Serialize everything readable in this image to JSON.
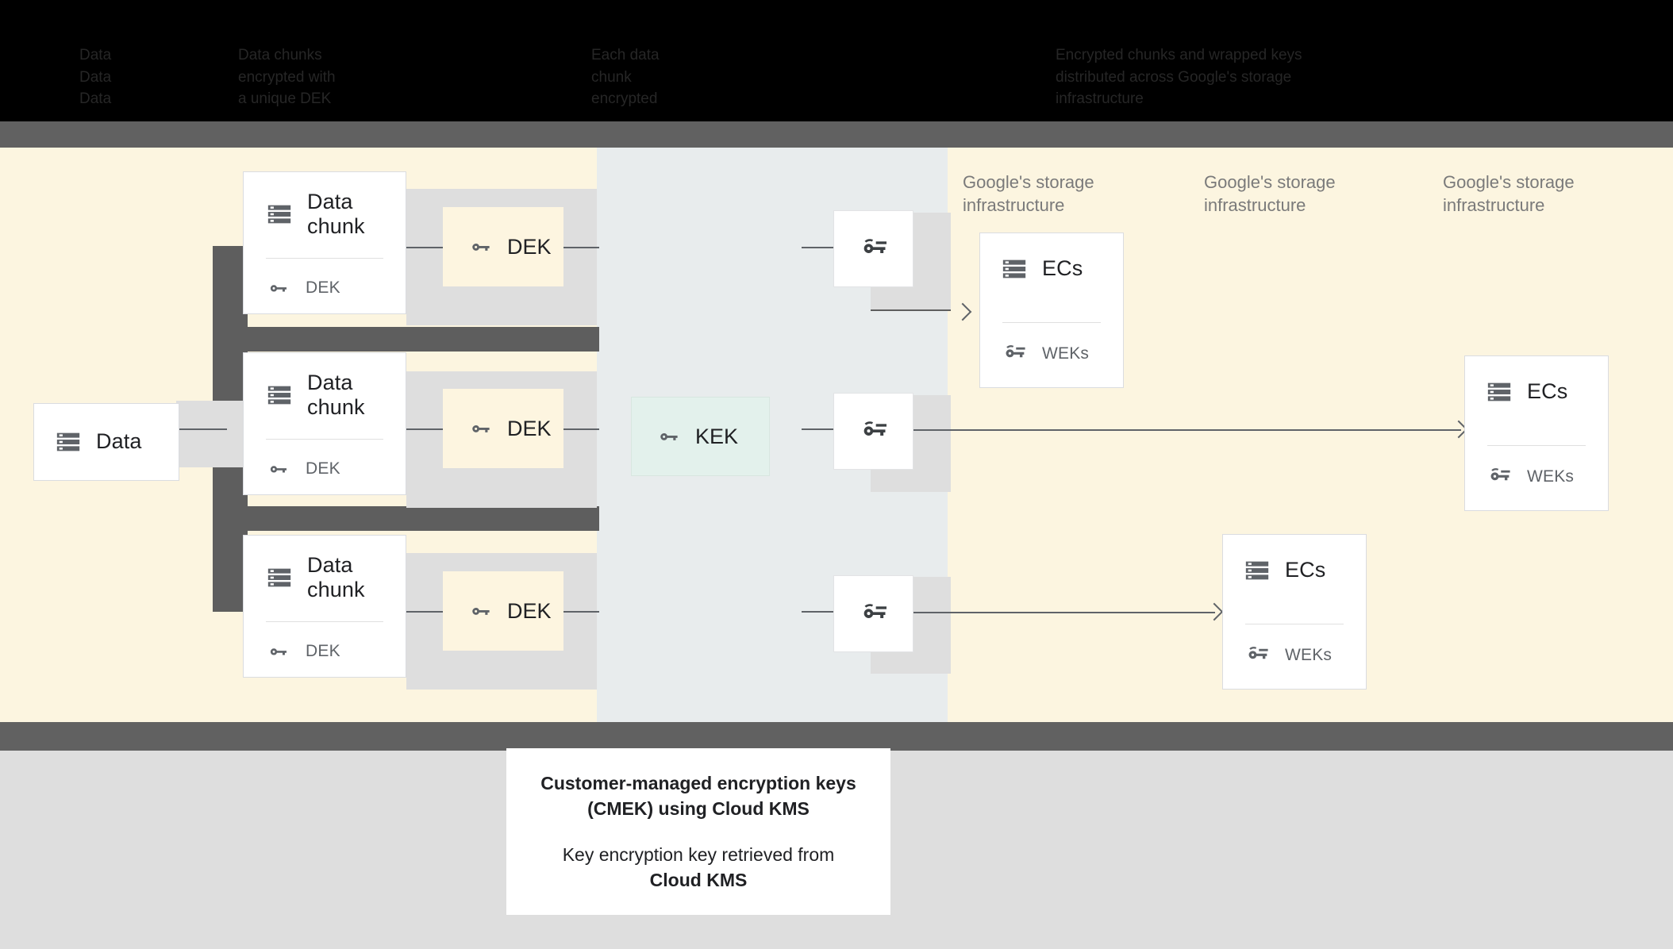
{
  "legend": {
    "columns": [
      {
        "lines": "Data\nData\nData"
      },
      {
        "lines": "Data chunks\nencrypted with\na unique DEK"
      },
      {
        "lines": "Each data\nchunk\nencrypted"
      },
      {
        "lines": "Encrypted chunks and wrapped keys\ndistributed across Google's storage\ninfrastructure"
      }
    ]
  },
  "zones": {
    "storage_label": "Google's storage\ninfrastructure"
  },
  "nodes": {
    "data": {
      "title": "Data"
    },
    "chunks": [
      {
        "title": "Data\nchunk",
        "key_label": "DEK"
      },
      {
        "title": "Data\nchunk",
        "key_label": "DEK"
      },
      {
        "title": "Data\nchunk",
        "key_label": "DEK"
      }
    ],
    "deks": [
      {
        "label": "DEK"
      },
      {
        "label": "DEK"
      },
      {
        "label": "DEK"
      }
    ],
    "kek": {
      "label": "KEK"
    },
    "ecs": [
      {
        "title": "ECs",
        "key_label": "WEKs"
      },
      {
        "title": "ECs",
        "key_label": "WEKs"
      },
      {
        "title": "ECs",
        "key_label": "WEKs"
      }
    ]
  },
  "caption": {
    "strong": "Customer-managed encryption keys\n(CMEK) using Cloud KMS",
    "line_a": "Key encryption key retrieved from",
    "line_b": "Cloud KMS"
  },
  "icons": {
    "storage": "storage-icon",
    "key": "key-icon",
    "wrapped_key": "wrapped-key-icon"
  },
  "colors": {
    "cream": "#FCF5E0",
    "bluegray": "#E8ECED",
    "dek": "#FDF5E0",
    "kek": "#E3F1EC",
    "dark_bar": "#5E5E5E",
    "plate": "#DEDEDE"
  }
}
